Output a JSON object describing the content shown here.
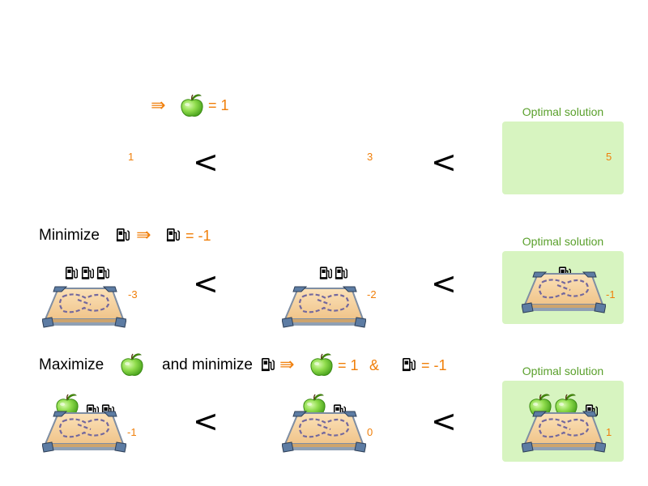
{
  "colors": {
    "accent": "#f07f0a",
    "optimal_fill": "#d7f4c0",
    "optimal_text": "#5aa02c"
  },
  "icons": [
    "apple-icon",
    "fuel-pump-icon",
    "map-board-icon",
    "implies-arrow-icon",
    "less-than-sign"
  ],
  "rows": [
    {
      "legend": {
        "equals_text": "= 1"
      },
      "scores": [
        "1",
        "3",
        "5"
      ],
      "less_than": "<",
      "optimal_title": "Optimal solution"
    },
    {
      "prefix": "Minimize",
      "legend": {
        "equals_text": "= -1"
      },
      "scores": [
        "-3",
        "-2",
        "-1"
      ],
      "less_than": "<",
      "optimal_title": "Optimal solution"
    },
    {
      "prefix": "Maximize",
      "middle": "and minimize",
      "legend": {
        "equals_apple": "= 1",
        "ampersand": "&",
        "equals_fuel": "= -1"
      },
      "scores": [
        "-1",
        "0",
        "1"
      ],
      "less_than": "<",
      "optimal_title": "Optimal solution"
    }
  ]
}
